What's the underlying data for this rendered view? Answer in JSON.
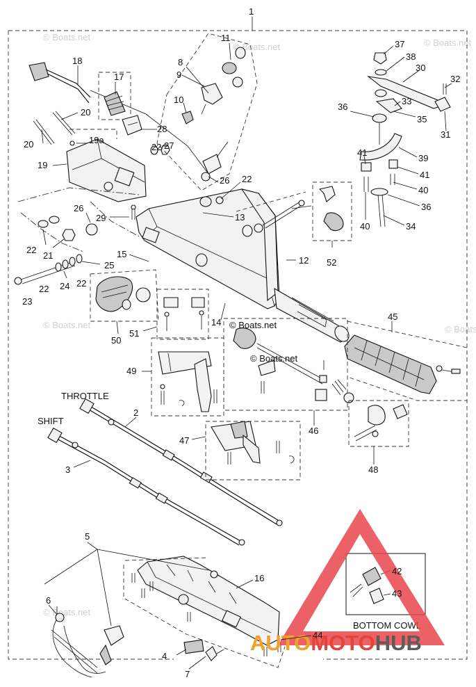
{
  "assembly_label": "1",
  "callouts": [
    {
      "id": "c2",
      "text": "2"
    },
    {
      "id": "c3",
      "text": "3"
    },
    {
      "id": "c4",
      "text": "4"
    },
    {
      "id": "c5",
      "text": "5"
    },
    {
      "id": "c6",
      "text": "6"
    },
    {
      "id": "c7",
      "text": "7"
    },
    {
      "id": "c8",
      "text": "8"
    },
    {
      "id": "c9",
      "text": "9"
    },
    {
      "id": "c10",
      "text": "10"
    },
    {
      "id": "c11",
      "text": "11"
    },
    {
      "id": "c12",
      "text": "12"
    },
    {
      "id": "c13",
      "text": "13"
    },
    {
      "id": "c14",
      "text": "14"
    },
    {
      "id": "c15",
      "text": "15"
    },
    {
      "id": "c16",
      "text": "16"
    },
    {
      "id": "c17",
      "text": "17"
    },
    {
      "id": "c18",
      "text": "18"
    },
    {
      "id": "c19",
      "text": "19"
    },
    {
      "id": "c19a",
      "text": "19a"
    },
    {
      "id": "c20a",
      "text": "20"
    },
    {
      "id": "c20b",
      "text": "20"
    },
    {
      "id": "c21",
      "text": "21"
    },
    {
      "id": "c22a",
      "text": "22"
    },
    {
      "id": "c22b",
      "text": "22"
    },
    {
      "id": "c22c",
      "text": "22"
    },
    {
      "id": "c22d",
      "text": "22"
    },
    {
      "id": "c22e",
      "text": "22"
    },
    {
      "id": "c23",
      "text": "23"
    },
    {
      "id": "c24",
      "text": "24"
    },
    {
      "id": "c25",
      "text": "25"
    },
    {
      "id": "c26a",
      "text": "26"
    },
    {
      "id": "c26b",
      "text": "26"
    },
    {
      "id": "c27",
      "text": "27"
    },
    {
      "id": "c28",
      "text": "28"
    },
    {
      "id": "c29",
      "text": "29"
    },
    {
      "id": "c30",
      "text": "30"
    },
    {
      "id": "c31",
      "text": "31"
    },
    {
      "id": "c32",
      "text": "32"
    },
    {
      "id": "c33",
      "text": "33"
    },
    {
      "id": "c34",
      "text": "34"
    },
    {
      "id": "c35",
      "text": "35"
    },
    {
      "id": "c36a",
      "text": "36"
    },
    {
      "id": "c36b",
      "text": "36"
    },
    {
      "id": "c37",
      "text": "37"
    },
    {
      "id": "c38",
      "text": "38"
    },
    {
      "id": "c39",
      "text": "39"
    },
    {
      "id": "c40a",
      "text": "40"
    },
    {
      "id": "c40b",
      "text": "40"
    },
    {
      "id": "c41a",
      "text": "41"
    },
    {
      "id": "c41b",
      "text": "41"
    },
    {
      "id": "c42",
      "text": "42"
    },
    {
      "id": "c43",
      "text": "43"
    },
    {
      "id": "c44",
      "text": "44"
    },
    {
      "id": "c45",
      "text": "45"
    },
    {
      "id": "c46",
      "text": "46"
    },
    {
      "id": "c47",
      "text": "47"
    },
    {
      "id": "c48",
      "text": "48"
    },
    {
      "id": "c49",
      "text": "49"
    },
    {
      "id": "c50",
      "text": "50"
    },
    {
      "id": "c51",
      "text": "51"
    },
    {
      "id": "c52",
      "text": "52"
    }
  ],
  "captions": {
    "throttle": "THROTTLE",
    "shift": "SHIFT",
    "bottom_cowl": "BOTTOM COWL"
  },
  "watermarks": {
    "text": "© Boats.net"
  },
  "brand": {
    "part1": "AUTO",
    "part2": "MOTO",
    "part3": "HUB",
    "colors": {
      "triangle": "#e8454a",
      "auto": "#f0a12c",
      "moto": "#e64338",
      "hub": "#5c5c5c"
    }
  }
}
